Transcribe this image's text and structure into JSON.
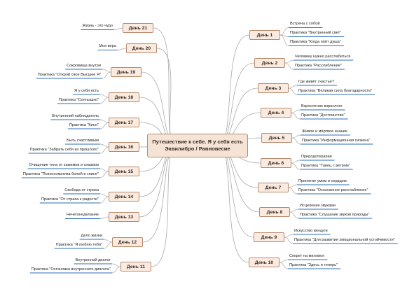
{
  "center": {
    "line1": "Путешествие к себе. Я у себя есть",
    "line2": "Эквилибро / Равновесие"
  },
  "colors": {
    "branch_line": "#a9a9a9",
    "leaf_underline": "#2d6eb8",
    "box_border": "#b98a6c",
    "box_fill": "#fbeadf"
  },
  "right_days": [
    {
      "label": "День 1",
      "items": [
        "Встреча с собой",
        "Практика \"Внутренний свет\"",
        "Практика \"Когда поёт душа\""
      ]
    },
    {
      "label": "День 2",
      "items": [
        "Человеку нужно расслабиться",
        "Практика \"Расслабление\""
      ]
    },
    {
      "label": "День 3",
      "items": [
        "Где живёт счастье?",
        "Практика \"Великая сила благодарности\""
      ]
    },
    {
      "label": "День 4",
      "items": [
        "Взросление взрослого",
        "Практика \"Достоинство\""
      ]
    },
    {
      "label": "День 5",
      "items": [
        "Живое и мёртвое знание",
        "Практика \"Информационная гигиена\""
      ]
    },
    {
      "label": "День 6",
      "items": [
        "Природотерапия",
        "Практика \"Танец с ветром\""
      ]
    },
    {
      "label": "День 7",
      "items": [
        "Принятие умом и сердцем",
        "Практика \"Осознанное расслабление\""
      ]
    },
    {
      "label": "День 8",
      "items": [
        "Исцеление звуками",
        "Практика \"Слушание звуков природы\""
      ]
    },
    {
      "label": "День 9",
      "items": [
        "Искусство кинцуги",
        "Практика \"Для развития эмоциональной устойчивости\""
      ]
    },
    {
      "label": "День 10",
      "items": [
        "Секрет на миллион",
        "Практика \"Здесь и теперь\""
      ]
    }
  ],
  "left_days": [
    {
      "label": "День 21",
      "items": [
        "Жизнь - это чудо"
      ]
    },
    {
      "label": "День 20",
      "items": [
        "Моя вера"
      ]
    },
    {
      "label": "День 19",
      "items": [
        "Сокровища внутри",
        "Практика \"Открой свое Высшее Я\""
      ]
    },
    {
      "label": "День 18",
      "items": [
        "Я у себя есть",
        "Практика \"Солнышко\""
      ]
    },
    {
      "label": "День 17",
      "items": [
        "Внутренний наблюдатель",
        "Практика \"Кино\""
      ]
    },
    {
      "label": "День 16",
      "items": [
        "Быть счастливым",
        "Практика \"Забрать себя из прошлого\""
      ]
    },
    {
      "label": "День 15",
      "items": [
        "Очищение тела от зажимов и спазмов",
        "Практика \"Психосоматика болей в спине\""
      ]
    },
    {
      "label": "День 14",
      "items": [
        "Свобода от страха",
        "Практика \"От страха к радости\""
      ]
    },
    {
      "label": "День 13",
      "items": [
        "Нечегонеделание"
      ]
    },
    {
      "label": "День 12",
      "items": [
        "Дело жизни",
        "Практика \"Я люблю тебя\""
      ]
    },
    {
      "label": "День 11",
      "items": [
        "Внутренний диалог",
        "Практика \"Остановка внутреннего диалога\""
      ]
    }
  ]
}
